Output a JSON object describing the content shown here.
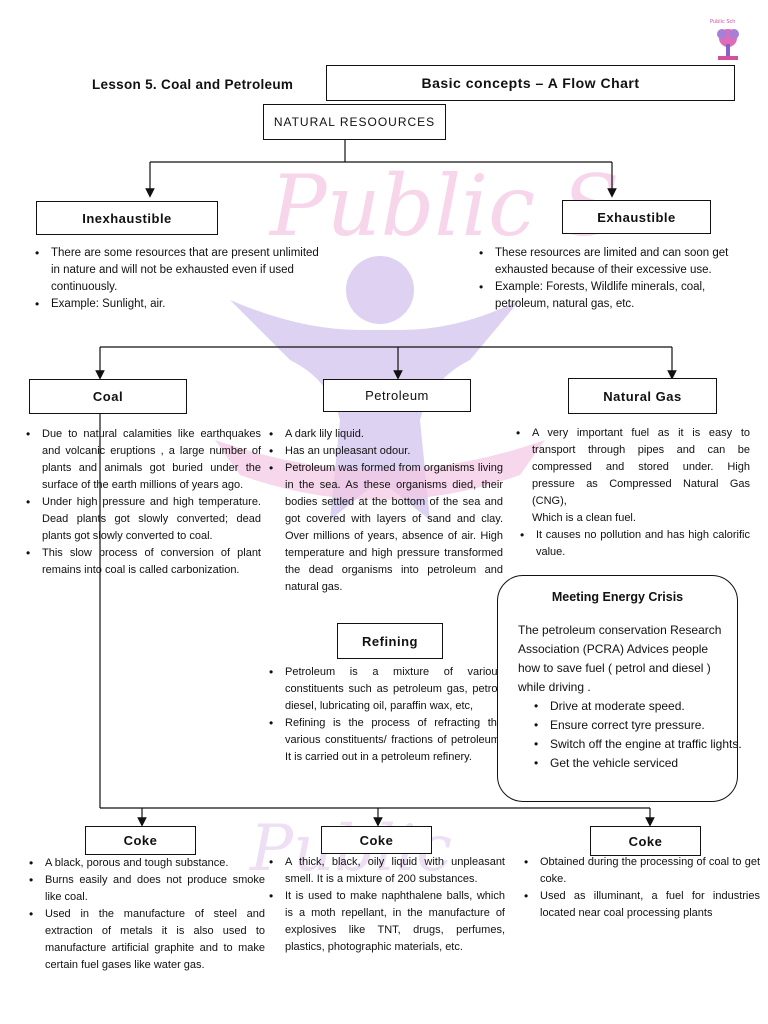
{
  "header": {
    "lesson": "Lesson 5.  Coal and Petroleum",
    "title": "Basic concepts – A Flow Chart"
  },
  "nodes": {
    "natural_resources": "NATURAL RESOOURCES",
    "inexhaustible": "Inexhaustible",
    "exhaustible": "Exhaustible",
    "coal": "Coal",
    "petroleum": "Petroleum",
    "natural_gas": "Natural Gas",
    "refining": "Refining",
    "coke_left": "Coke",
    "coke_mid": "Coke",
    "coke_right": "Coke"
  },
  "inexhaustible_points": [
    "There are some resources that are present unlimited in nature and will not be exhausted even if used continuously.",
    "Example: Sunlight, air."
  ],
  "exhaustible_points": [
    "These resources are limited and can soon get exhausted because of their excessive use.",
    "Example: Forests, Wildlife minerals, coal, petroleum, natural gas, etc."
  ],
  "coal_points": [
    "Due to natural calamities like earthquakes and volcanic eruptions , a large number of plants and animals got buried under the surface of the earth millions of years ago.",
    "Under high pressure and high temperature. Dead plants got slowly converted; dead plants got slowly converted to coal.",
    "This slow process of conversion of plant remains into coal is called carbonization."
  ],
  "petroleum_points": [
    "A dark lily liquid.",
    "Has an unpleasant odour.",
    "Petroleum was formed from organisms living in the sea. As these organisms died, their bodies settled at the bottom of the sea and got covered with layers of sand and clay. Over millions of years, absence of air. High temperature and high pressure transformed the dead organisms into petroleum and natural gas."
  ],
  "gas_points": [
    "A very important fuel as it is easy to transport through pipes and can be compressed and stored under. High pressure as Compressed Natural Gas (CNG),"
  ],
  "gas_clean": "Which is a clean fuel.",
  "gas_points2": [
    "It causes no pollution and has high calorific value."
  ],
  "refining_points": [
    "Petroleum is a mixture of various constituents such as petroleum gas, petrol, diesel, lubricating oil, paraffin wax, etc,",
    "Refining is the process of refracting the various constituents/ fractions of petroleum. It is carried out in a petroleum refinery."
  ],
  "energy_crisis": {
    "title": "Meeting Energy Crisis",
    "intro": "The petroleum conservation Research Association (PCRA) Advices people how to save fuel ( petrol and diesel ) while driving .",
    "points": [
      "Drive at moderate speed.",
      "Ensure correct tyre pressure.",
      "Switch off the engine at traffic lights.",
      "Get the vehicle serviced"
    ]
  },
  "coke_left_points": [
    "A black, porous and tough substance.",
    "Burns easily and does not produce smoke like coal.",
    "Used in the manufacture of steel and extraction of metals it is also used to manufacture artificial graphite and to make certain fuel gases like water gas."
  ],
  "coke_mid_points": [
    "A thick, black, oily liquid with unpleasant smell. It is a mixture of 200 substances.",
    "It is used to make naphthalene balls, which is a moth repellant, in the manufacture of explosives like TNT, drugs, perfumes, plastics, photographic materials, etc."
  ],
  "coke_right_points": [
    "Obtained during the processing of coal to get coke.",
    "Used as illuminant, a fuel for industries located near coal processing plants"
  ],
  "colors": {
    "watermark_pink": "#f4c9e4",
    "watermark_purple": "#c9b8e8"
  }
}
